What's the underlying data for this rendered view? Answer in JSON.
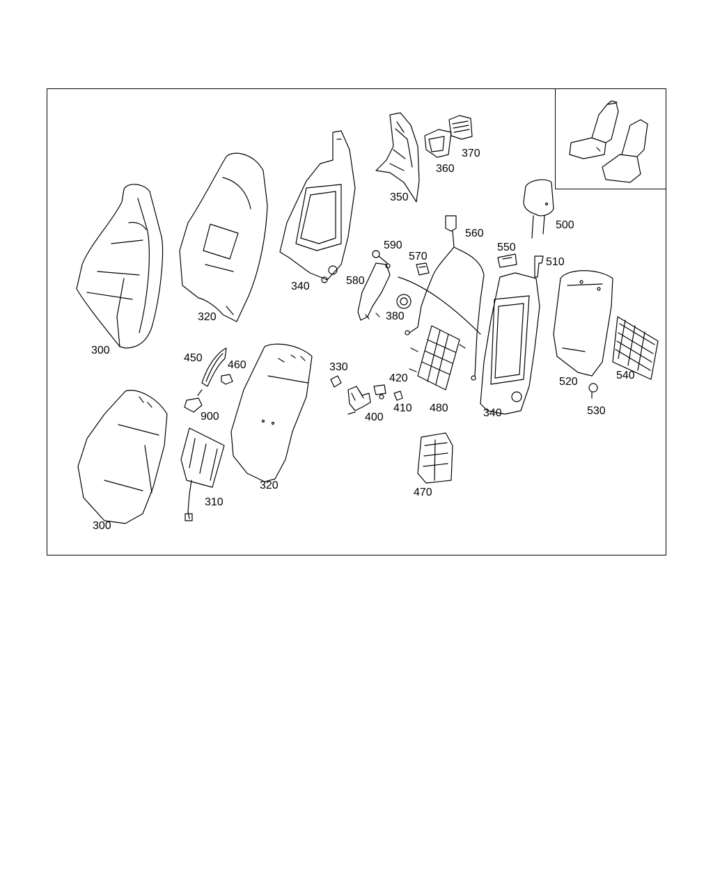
{
  "labels": {
    "l300a": "300",
    "l320a": "320",
    "l340a": "340",
    "l350": "350",
    "l360": "360",
    "l370": "370",
    "l590": "590",
    "l570": "570",
    "l560": "560",
    "l550": "550",
    "l500": "500",
    "l510": "510",
    "l580": "580",
    "l380": "380",
    "l450": "450",
    "l460": "460",
    "l900": "900",
    "l330": "330",
    "l420": "420",
    "l410": "410",
    "l400": "400",
    "l480": "480",
    "l340b": "340",
    "l520": "520",
    "l540": "540",
    "l530": "530",
    "l320b": "320",
    "l310": "310",
    "l470": "470",
    "l300b": "300"
  }
}
